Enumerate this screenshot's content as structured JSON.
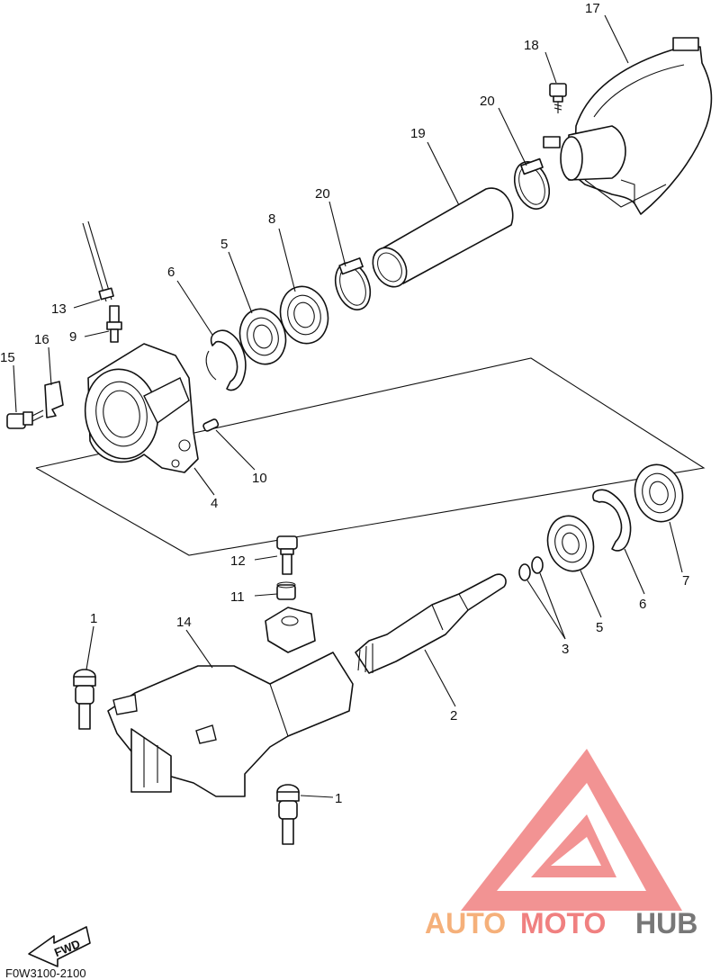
{
  "diagram": {
    "code": "F0W3100-2100",
    "fwd_label": "FWD",
    "callouts": [
      {
        "id": "c1a",
        "text": "1"
      },
      {
        "id": "c1b",
        "text": "1"
      },
      {
        "id": "c2",
        "text": "2"
      },
      {
        "id": "c3",
        "text": "3"
      },
      {
        "id": "c4",
        "text": "4"
      },
      {
        "id": "c5a",
        "text": "5"
      },
      {
        "id": "c5b",
        "text": "5"
      },
      {
        "id": "c6a",
        "text": "6"
      },
      {
        "id": "c6b",
        "text": "6"
      },
      {
        "id": "c7",
        "text": "7"
      },
      {
        "id": "c8",
        "text": "8"
      },
      {
        "id": "c9",
        "text": "9"
      },
      {
        "id": "c10",
        "text": "10"
      },
      {
        "id": "c11",
        "text": "11"
      },
      {
        "id": "c12",
        "text": "12"
      },
      {
        "id": "c13",
        "text": "13"
      },
      {
        "id": "c14",
        "text": "14"
      },
      {
        "id": "c15",
        "text": "15"
      },
      {
        "id": "c16",
        "text": "16"
      },
      {
        "id": "c17",
        "text": "17"
      },
      {
        "id": "c18",
        "text": "18"
      },
      {
        "id": "c19",
        "text": "19"
      },
      {
        "id": "c20a",
        "text": "20"
      },
      {
        "id": "c20b",
        "text": "20"
      }
    ]
  },
  "watermark": {
    "text_auto": "AUTO",
    "text_moto": "MOTO",
    "text_hub": "HUB",
    "color_primary": "#f08080",
    "color_secondary": "#f5b07a",
    "color_hub": "#777777"
  }
}
